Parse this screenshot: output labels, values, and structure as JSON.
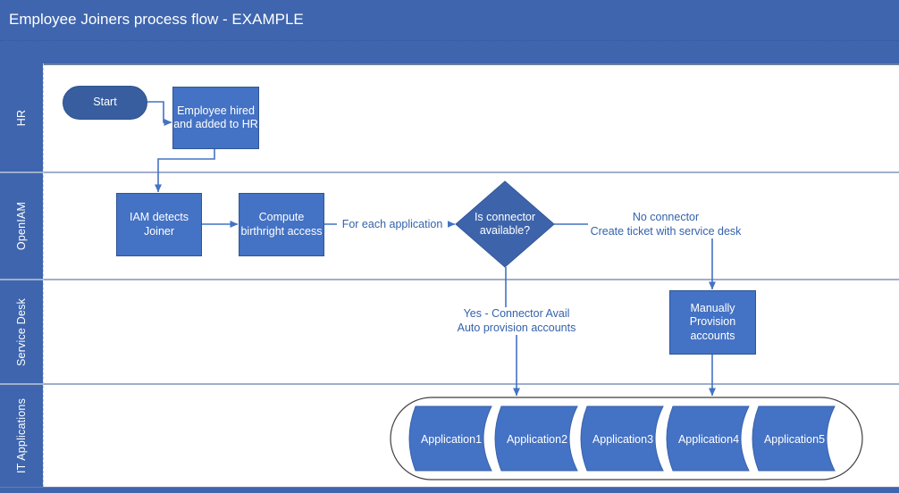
{
  "title": "Employee Joiners process flow - EXAMPLE",
  "lanes": [
    "HR",
    "OpenIAM",
    "Service Desk",
    "IT Applications"
  ],
  "nodes": {
    "start": "Start",
    "hired": [
      "Employee hired",
      "and added to HR"
    ],
    "iam": [
      "IAM detects",
      "Joiner"
    ],
    "compute": [
      "Compute",
      "birthright access"
    ],
    "decision": [
      "Is connector",
      "available?"
    ],
    "manual": [
      "Manually",
      "Provision",
      "accounts"
    ]
  },
  "edge_labels": {
    "for_each": "For each application",
    "no_connector": [
      "No connector",
      "Create ticket with service desk"
    ],
    "yes_connector": [
      "Yes - Connector Avail",
      "Auto provision accounts"
    ]
  },
  "apps": [
    "Application1",
    "Application2",
    "Application3",
    "Application4",
    "Application5"
  ],
  "colors": {
    "header_blue": "#3E65AE",
    "node_fill": "#4472C4",
    "node_border": "#2F5597",
    "start_fill": "#385EA0",
    "decision_fill": "#3D64AB",
    "connector_blue": "#4472C4",
    "edge_label_text": "#3462AC",
    "lane_divider": "#9EAFCB",
    "container_border": "#3F3F3F"
  }
}
